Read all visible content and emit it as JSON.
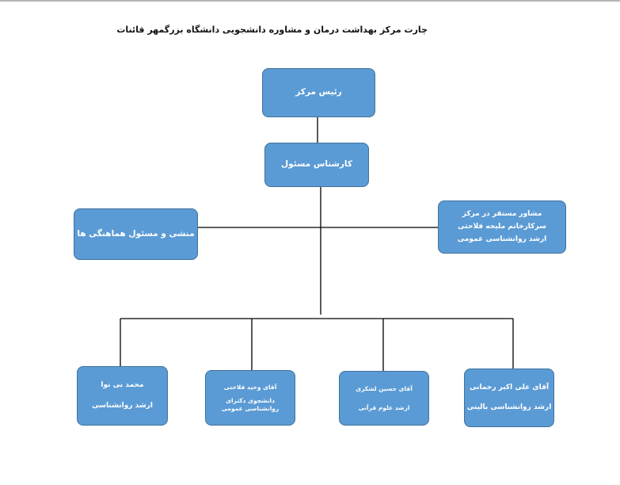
{
  "title": "چارت مرکز بهداشت درمان و مشاوره دانشجویی دانشگاه بزرگمهر قائنات",
  "colors": {
    "box_fill": "#5b9bd5",
    "box_border": "#41719c",
    "box_text": "#ffffff",
    "connector": "#000000"
  },
  "nodes": {
    "head": {
      "lines": [
        "رئیس مرکز"
      ]
    },
    "expert": {
      "lines": [
        "کارشناس مسئول"
      ]
    },
    "secretary": {
      "lines": [
        "منشی و مسئول هماهنگی ها"
      ]
    },
    "advisor": {
      "lines": [
        "مشاور مستقر در مرکز",
        "سرکارخانم ملیحه فلاحتی",
        "ارشد روانشناسی عمومی"
      ]
    },
    "staff": [
      {
        "lines": [
          "محمد بی نوا",
          "ارشد روانشناسی"
        ]
      },
      {
        "lines": [
          "آقای وحید فلاحتی",
          "دانشجوی دکترای روانشناسی عمومی"
        ]
      },
      {
        "lines": [
          "آقای حسین لشکری",
          "ارشد علوم قرآنی"
        ]
      },
      {
        "lines": [
          "آقای علی اکبر رحمانی",
          "ارشد روانشناسی بالینی"
        ]
      }
    ]
  }
}
